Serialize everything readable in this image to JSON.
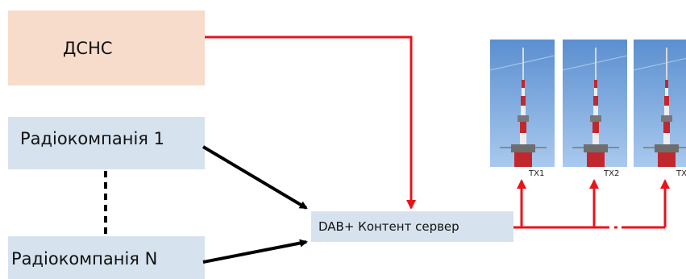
{
  "boxes": {
    "dsns": "ДСНС",
    "radio1": "Радіокомпанія 1",
    "radioN": "Радіокомпанія N",
    "server": "DAB+ Контент сервер"
  },
  "transmitters": [
    {
      "label": "TX1"
    },
    {
      "label": "TX2"
    },
    {
      "label": "TX"
    }
  ],
  "colors": {
    "signal": "#e8141b",
    "audio": "#000000",
    "box_blue": "#d6e3ee",
    "box_orange": "#f8dccb",
    "sky_top": "#5b8fd0",
    "sky_bottom": "#a9c9ee"
  }
}
